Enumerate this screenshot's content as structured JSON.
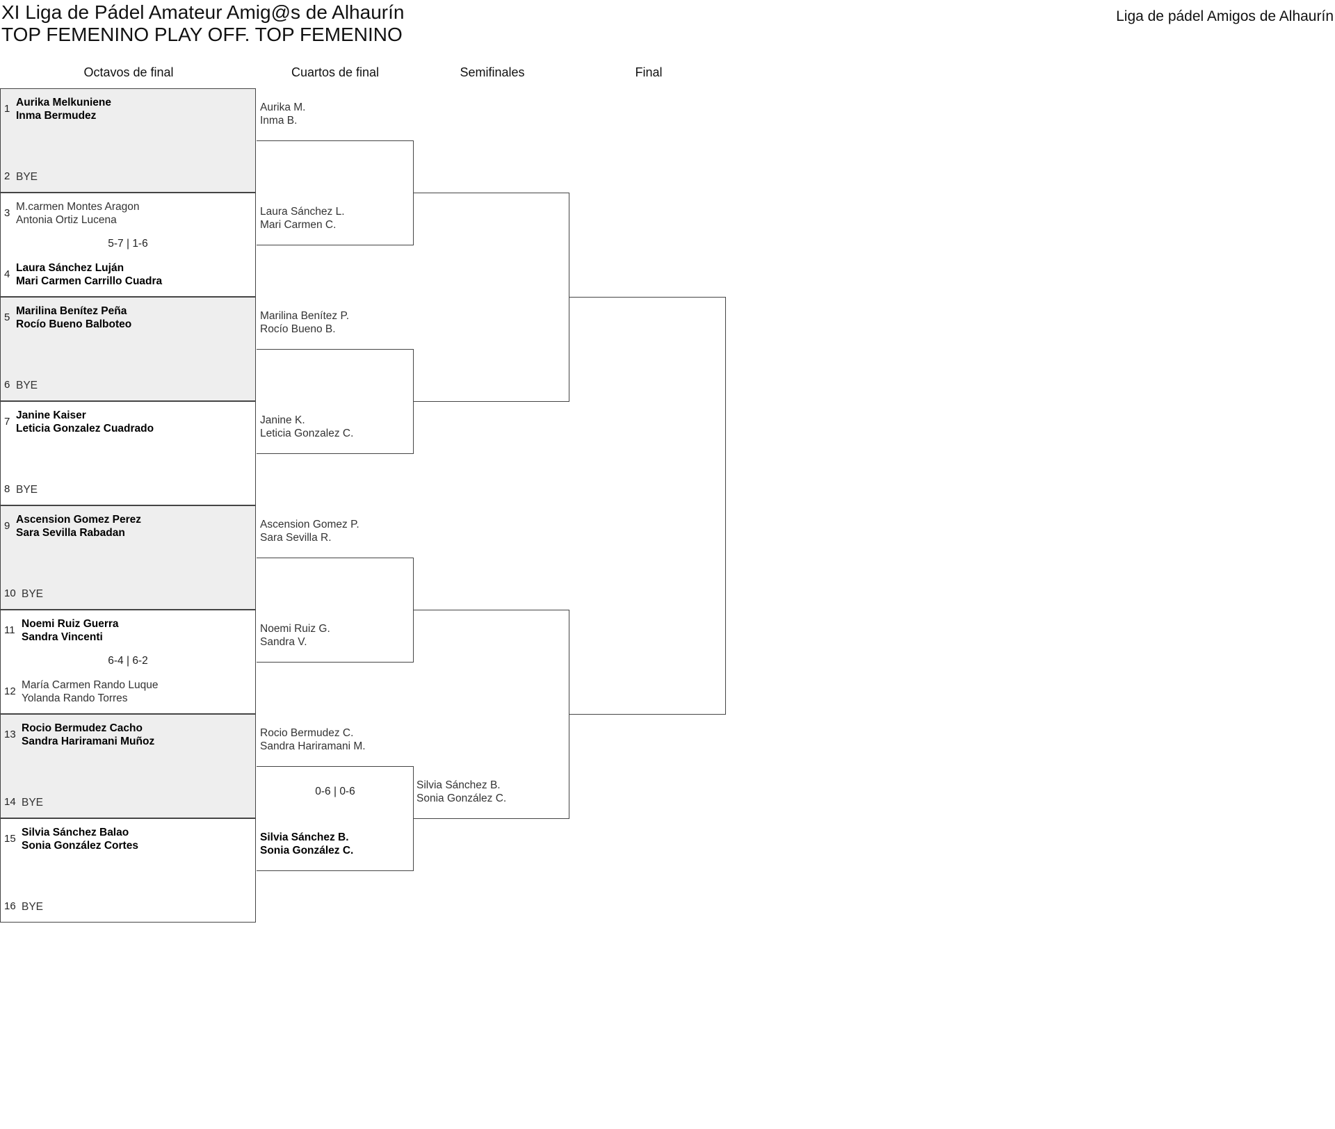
{
  "header": {
    "title_line1": "XI Liga de Pádel Amateur Amig@s de Alhaurín",
    "title_line2": "TOP FEMENINO PLAY OFF. TOP FEMENINO",
    "organizer": "Liga de pádel Amigos de Alhaurín"
  },
  "rounds": [
    "Octavos de final",
    "Cuartos de final",
    "Semifinales",
    "Final"
  ],
  "round1": [
    {
      "top": {
        "seed": "1",
        "names": [
          "Aurika Melkuniene",
          "Inma Bermudez"
        ],
        "winner": true
      },
      "bottom": {
        "seed": "2",
        "names": [
          "BYE"
        ],
        "winner": false
      },
      "score": ""
    },
    {
      "top": {
        "seed": "3",
        "names": [
          "M.carmen Montes Aragon",
          "Antonia Ortiz Lucena"
        ],
        "winner": false
      },
      "bottom": {
        "seed": "4",
        "names": [
          "Laura Sánchez Luján",
          "Mari Carmen Carrillo Cuadra"
        ],
        "winner": true
      },
      "score": "5-7 | 1-6"
    },
    {
      "top": {
        "seed": "5",
        "names": [
          "Marilina Benítez Peña",
          "Rocío Bueno Balboteo"
        ],
        "winner": true
      },
      "bottom": {
        "seed": "6",
        "names": [
          "BYE"
        ],
        "winner": false
      },
      "score": ""
    },
    {
      "top": {
        "seed": "7",
        "names": [
          "Janine Kaiser",
          "Leticia Gonzalez Cuadrado"
        ],
        "winner": true
      },
      "bottom": {
        "seed": "8",
        "names": [
          "BYE"
        ],
        "winner": false
      },
      "score": ""
    },
    {
      "top": {
        "seed": "9",
        "names": [
          "Ascension Gomez Perez",
          "Sara Sevilla Rabadan"
        ],
        "winner": true
      },
      "bottom": {
        "seed": "10",
        "names": [
          "BYE"
        ],
        "winner": false
      },
      "score": ""
    },
    {
      "top": {
        "seed": "11",
        "names": [
          "Noemi Ruiz Guerra",
          "Sandra Vincenti"
        ],
        "winner": true
      },
      "bottom": {
        "seed": "12",
        "names": [
          "María Carmen Rando Luque",
          "Yolanda Rando Torres"
        ],
        "winner": false
      },
      "score": "6-4 | 6-2"
    },
    {
      "top": {
        "seed": "13",
        "names": [
          "Rocio Bermudez Cacho",
          "Sandra Hariramani Muñoz"
        ],
        "winner": true
      },
      "bottom": {
        "seed": "14",
        "names": [
          "BYE"
        ],
        "winner": false
      },
      "score": ""
    },
    {
      "top": {
        "seed": "15",
        "names": [
          "Silvia Sánchez Balao",
          "Sonia González Cortes"
        ],
        "winner": true
      },
      "bottom": {
        "seed": "16",
        "names": [
          "BYE"
        ],
        "winner": false
      },
      "score": ""
    }
  ],
  "quarterfinals": [
    {
      "top": {
        "names": [
          "Aurika M.",
          "Inma B."
        ],
        "winner": false
      },
      "bottom": {
        "names": [
          "Laura Sánchez L.",
          "Mari Carmen C."
        ],
        "winner": false
      },
      "score": ""
    },
    {
      "top": {
        "names": [
          "Marilina Benítez P.",
          "Rocío Bueno B."
        ],
        "winner": false
      },
      "bottom": {
        "names": [
          "Janine K.",
          "Leticia Gonzalez C."
        ],
        "winner": false
      },
      "score": ""
    },
    {
      "top": {
        "names": [
          "Ascension Gomez P.",
          "Sara Sevilla R."
        ],
        "winner": false
      },
      "bottom": {
        "names": [
          "Noemi Ruiz G.",
          "Sandra V."
        ],
        "winner": false
      },
      "score": ""
    },
    {
      "top": {
        "names": [
          "Rocio Bermudez C.",
          "Sandra Hariramani M."
        ],
        "winner": false
      },
      "bottom": {
        "names": [
          "Silvia Sánchez B.",
          "Sonia González C."
        ],
        "winner": true
      },
      "score": "0-6 | 0-6"
    }
  ],
  "semifinals": [
    {
      "top": {
        "names": [],
        "winner": false
      },
      "bottom": {
        "names": [],
        "winner": false
      },
      "score": ""
    },
    {
      "top": {
        "names": [],
        "winner": false
      },
      "bottom": {
        "names": [
          "Silvia Sánchez B.",
          "Sonia González C."
        ],
        "winner": false
      },
      "score": ""
    }
  ],
  "final": [
    {
      "top": {
        "names": [],
        "winner": false
      },
      "bottom": {
        "names": [],
        "winner": false
      },
      "score": ""
    }
  ]
}
